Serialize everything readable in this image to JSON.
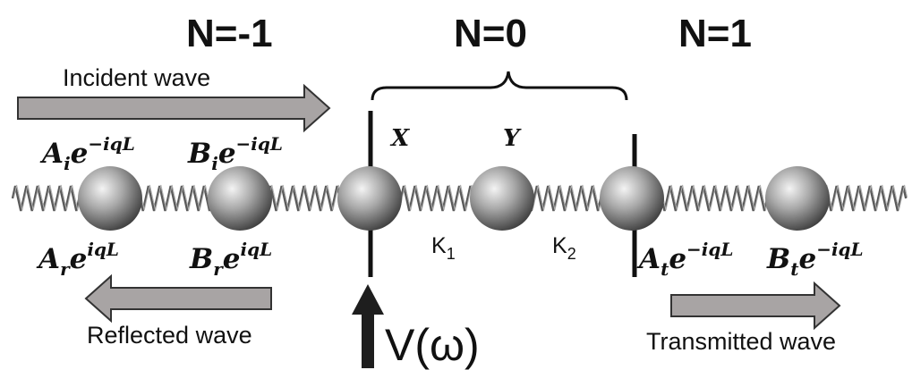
{
  "cells": {
    "left": "N=-1",
    "center": "N=0",
    "right": "N=1"
  },
  "waves": {
    "incident": "Incident wave",
    "reflected": "Reflected wave",
    "transmitted": "Transmitted wave"
  },
  "amplitudes": {
    "Ai": {
      "base": "A",
      "sub": "i",
      "exp": "e",
      "pow": "−iqL"
    },
    "Bi": {
      "base": "B",
      "sub": "i",
      "exp": "e",
      "pow": "−iqL"
    },
    "Ar": {
      "base": "A",
      "sub": "r",
      "exp": "e",
      "pow": "iqL"
    },
    "Br": {
      "base": "B",
      "sub": "r",
      "exp": "e",
      "pow": "iqL"
    },
    "At": {
      "base": "A",
      "sub": "t",
      "exp": "e",
      "pow": "−iqL"
    },
    "Bt": {
      "base": "B",
      "sub": "t",
      "exp": "e",
      "pow": "−iqL"
    }
  },
  "sites": {
    "x": "X",
    "y": "Y"
  },
  "springs": {
    "k1": {
      "base": "K",
      "sub": "1"
    },
    "k2": {
      "base": "K",
      "sub": "2"
    }
  },
  "potential": "V(ω)",
  "colors": {
    "arrow_fill": "#a8a4a4",
    "arrow_stroke": "#333333",
    "spring": "#6a6a6a",
    "ball_light": "#f2f2f2",
    "ball_dark": "#3a3a3a"
  }
}
